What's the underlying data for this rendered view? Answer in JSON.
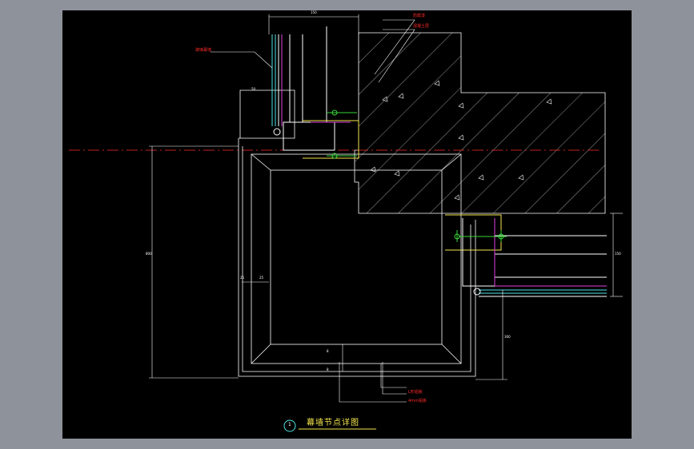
{
  "title": "幕墙节点详图",
  "detail_number": "1",
  "callouts": {
    "top_right_1": "防腐漆",
    "top_right_2": "混凝土层",
    "left": "玻璃幕墙",
    "bottom_1": "L形铝板",
    "bottom_2": "4mm铝板"
  },
  "dimensions": {
    "top": "150",
    "left_vertical": "800",
    "inner_a": "25",
    "inner_b": "25",
    "right_vertical": "300",
    "right_stack": "150",
    "bottom_a": "8",
    "bottom_b": "8",
    "left_small": "50"
  },
  "colors": {
    "background": "#000000",
    "frame": "#8e929b",
    "line_white": "#ffffff",
    "axis_red": "#ff2a2a",
    "accent_yellow": "#f5e64b",
    "accent_cyan": "#4fe3e3",
    "accent_magenta": "#e040e0",
    "accent_green": "#39d639"
  }
}
